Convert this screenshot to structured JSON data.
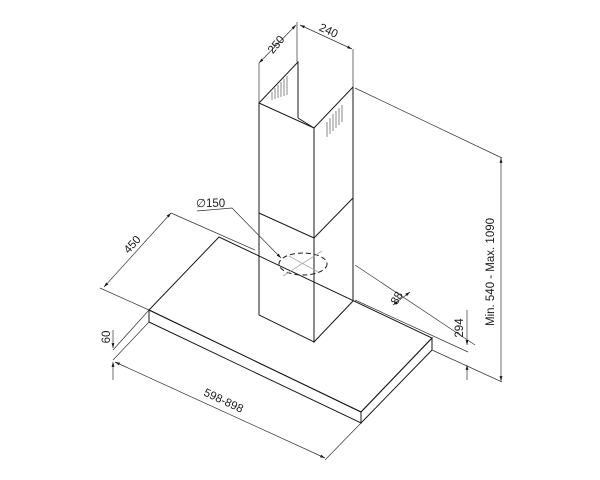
{
  "drawing": {
    "dimensions": {
      "chimney_depth": "250",
      "chimney_width": "240",
      "duct_diameter": "∅150",
      "hood_depth": "450",
      "offset": "88",
      "chimney_base_height": "294",
      "total_height": "Min. 540 - Max. 1090",
      "hood_thickness": "60",
      "hood_width": "598-898"
    }
  }
}
